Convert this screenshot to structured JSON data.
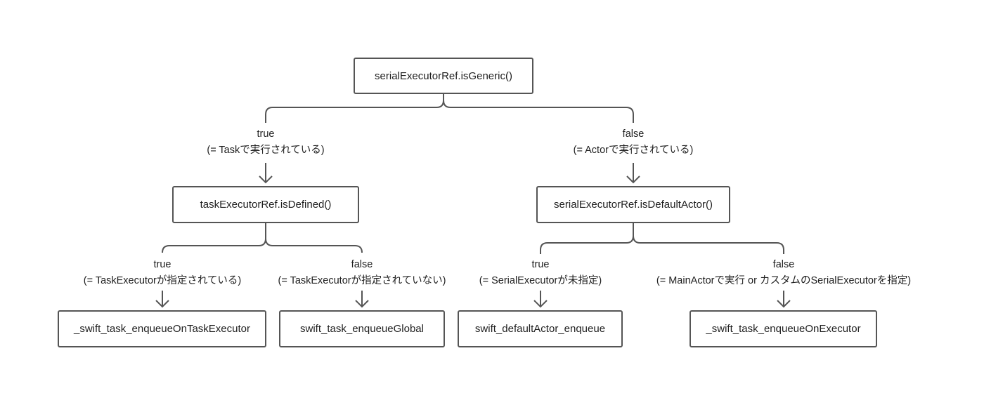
{
  "nodes": {
    "root": "serialExecutorRef.isGeneric()",
    "task_executor_check": "taskExecutorRef.isDefined()",
    "default_actor_check": "serialExecutorRef.isDefaultActor()",
    "leaf_on_task_executor": "_swift_task_enqueueOnTaskExecutor",
    "leaf_global": "swift_task_enqueueGlobal",
    "leaf_default_actor": "swift_defaultActor_enqueue",
    "leaf_on_executor": "_swift_task_enqueueOnExecutor"
  },
  "edges": {
    "root_true": {
      "value": "true",
      "note": "(= Taskで実行されている)"
    },
    "root_false": {
      "value": "false",
      "note": "(= Actorで実行されている)"
    },
    "task_true": {
      "value": "true",
      "note": "(= TaskExecutorが指定されている)"
    },
    "task_false": {
      "value": "false",
      "note": "(= TaskExecutorが指定されていない)"
    },
    "actor_true": {
      "value": "true",
      "note": "(= SerialExecutorが未指定)"
    },
    "actor_false": {
      "value": "false",
      "note": "(= MainActorで実行 or カスタムのSerialExecutorを指定)"
    }
  },
  "colors": {
    "stroke": "#555555",
    "text": "#1f1f1f",
    "background": "#ffffff"
  }
}
